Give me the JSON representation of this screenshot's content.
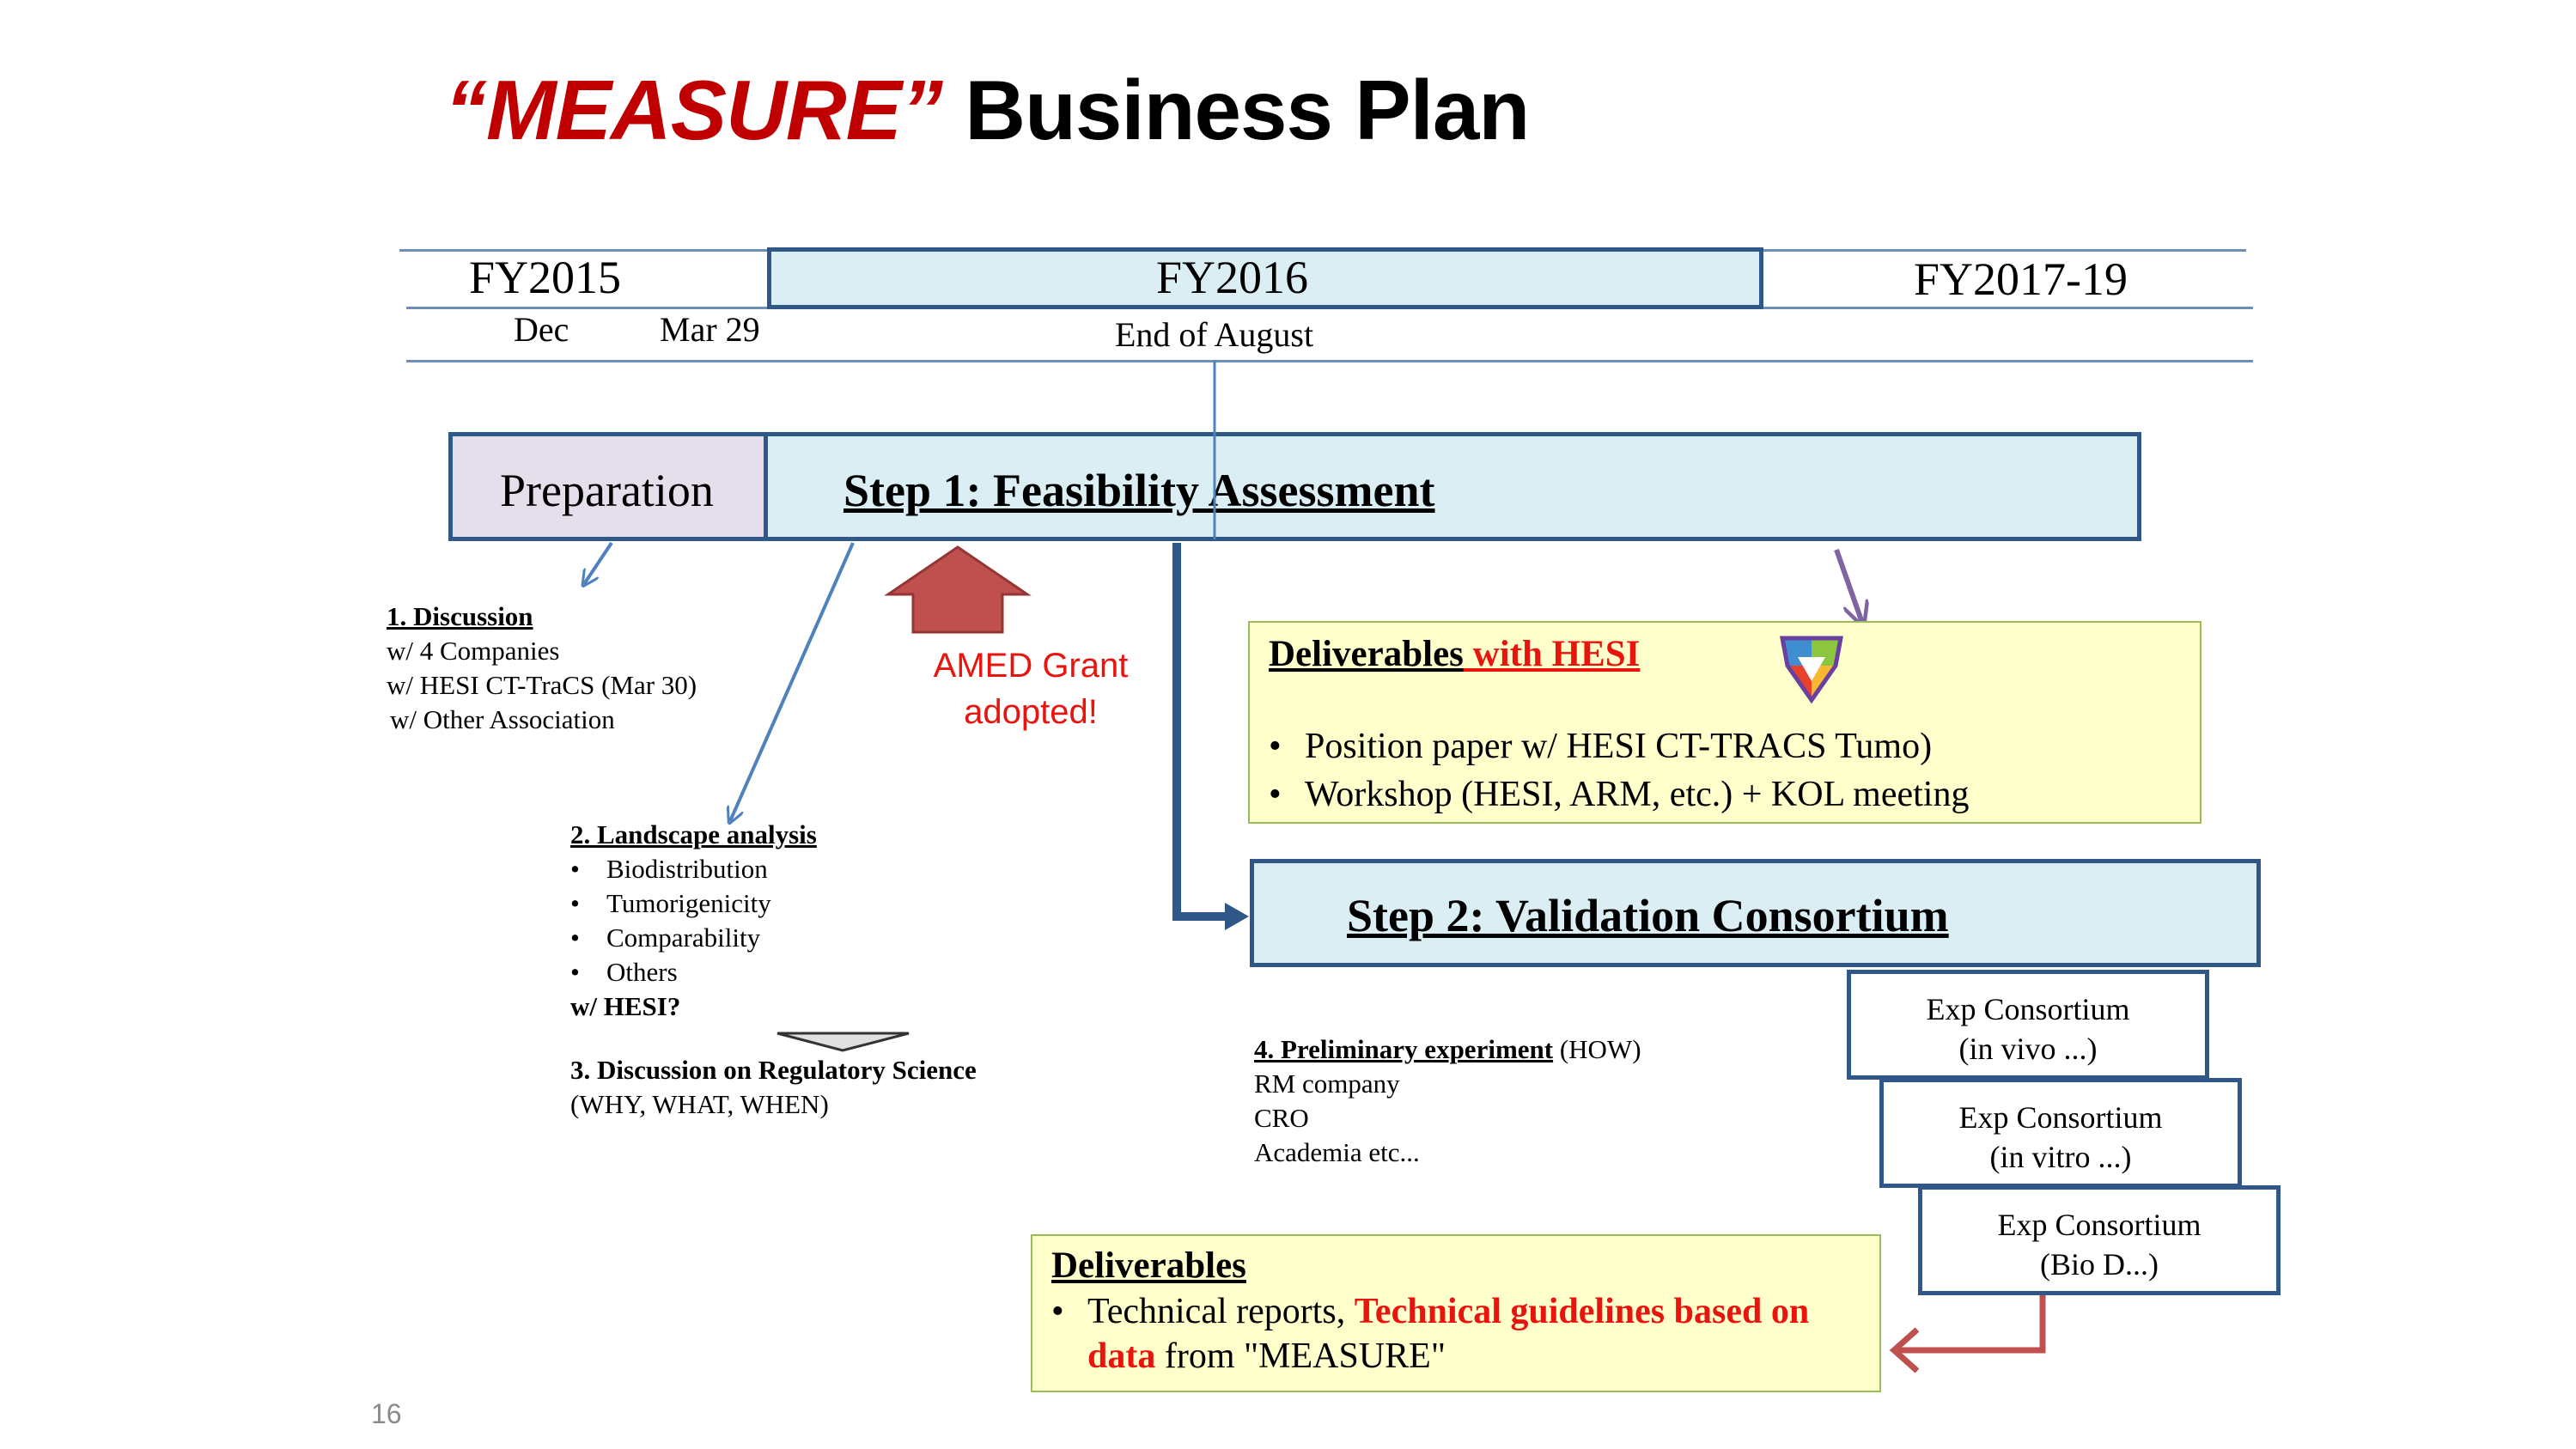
{
  "title": {
    "accent": "“MEASURE”",
    "rest": " Business Plan"
  },
  "timeline": {
    "fy2015": "FY2015",
    "fy2016": "FY2016",
    "fy2017": "FY2017-19",
    "dec": "Dec",
    "mar29": "Mar 29",
    "end_of_august": "End of August"
  },
  "phases": {
    "preparation": "Preparation",
    "step1": "Step 1: Feasibility Assessment",
    "step2": "Step 2: Validation Consortium"
  },
  "amed": {
    "line1": "AMED Grant",
    "line2": "adopted!"
  },
  "discussion": {
    "heading": "1. Discussion",
    "lines": [
      "w/ 4 Companies",
      "w/ HESI CT-TraCS (Mar 30)",
      "w/ Other Association"
    ]
  },
  "landscape": {
    "heading": "2. Landscape analysis",
    "items": [
      "Biodistribution",
      "Tumorigenicity",
      "Comparability",
      "Others"
    ],
    "footer": "w/ HESI?"
  },
  "regulatory": {
    "heading": "3. Discussion on Regulatory Science",
    "sub": "(WHY, WHAT, WHEN)"
  },
  "preliminary": {
    "heading": "4. Preliminary experiment",
    "heading_suffix": " (HOW)",
    "lines": [
      "RM company",
      "CRO",
      "Academia etc..."
    ]
  },
  "hesi_deliverables": {
    "heading": "Deliverables",
    "heading_red": " with HESI",
    "items": [
      "Position paper w/ HESI CT-TRACS Tumo)",
      "Workshop (HESI, ARM, etc.) + KOL meeting"
    ]
  },
  "exp_consortium": [
    {
      "line1": "Exp Consortium",
      "line2": "(in vivo ...)"
    },
    {
      "line1": "Exp Consortium",
      "line2": "(in vitro ...)"
    },
    {
      "line1": "Exp Consortium",
      "line2": "(Bio D...)"
    }
  ],
  "final_deliverables": {
    "heading": "Deliverables",
    "prefix": "Technical reports, ",
    "red": "Technical guidelines based on",
    "red2": "data",
    "suffix": " from \"MEASURE\""
  },
  "page_number": "16",
  "colors": {
    "accent_red": "#c00000",
    "bright_red": "#e8140e",
    "navy": "#2f5788",
    "light_blue": "#daeef4",
    "lavender": "#e5dfec",
    "light_yellow": "#ffffcc",
    "arrow_red": "#c0504d",
    "purple": "#8064a2",
    "line_blue": "#4f81bd"
  }
}
